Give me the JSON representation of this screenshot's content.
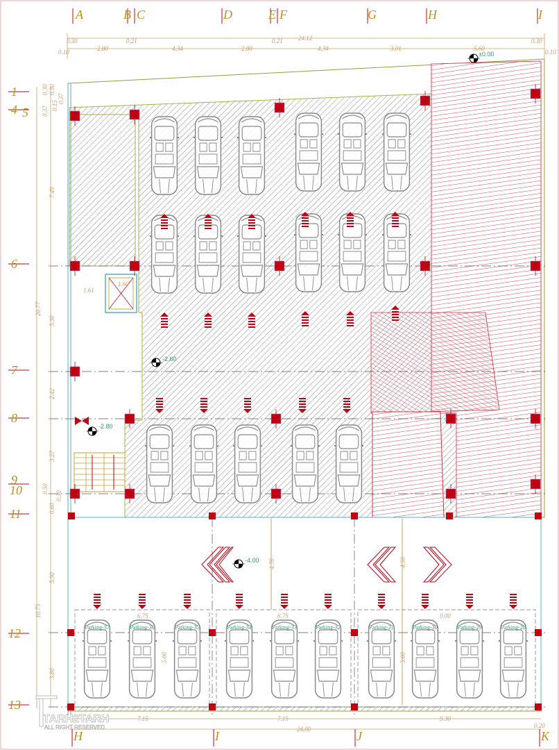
{
  "grid": {
    "columns_top": [
      "A",
      "B",
      "C",
      "D",
      "E",
      "F",
      "G",
      "H",
      "I"
    ],
    "columns_bottom": [
      "H",
      "I",
      "J",
      "K"
    ],
    "rows": [
      "1",
      "4",
      "5",
      "6",
      "7",
      "8",
      "9",
      "10",
      "11",
      "12",
      "13"
    ]
  },
  "dims": {
    "top_total": "24.12",
    "top_small": [
      "0.30",
      "0.21",
      "0.21",
      "0.30",
      "0.10",
      "0.10"
    ],
    "top_segments": [
      "2.80",
      "4.34",
      "2.80",
      "4.34",
      "3.01",
      "5.60"
    ],
    "left_total_upper": "20.77",
    "left_total_lower": "10.73",
    "left_segments": [
      "7.49",
      "5.30",
      "2.42",
      "3.27",
      "0.50",
      "0.60",
      "5.90",
      "3.80"
    ],
    "left_small": [
      "0.30",
      "0.37",
      "0.30",
      "0.15",
      "0.37",
      "0.30"
    ],
    "bottom_segments": [
      "7.15",
      "7.15",
      "9.30",
      "0.20"
    ],
    "bottom_total": "24.00",
    "bay_widths": [
      "6.75",
      "6.75",
      "9.00"
    ],
    "ramp_lengths": [
      "4.70",
      "4.50"
    ],
    "bay_depth": [
      "5.00",
      "5.00"
    ],
    "lift_dims": [
      "1.61",
      "1.60"
    ]
  },
  "levels": {
    "entry": "±0.00",
    "parking_upper": "-2.60",
    "stair": "-2.80",
    "parking_lower": "-4.00"
  },
  "parking_lower_labels": [
    "Parking-37",
    "Parking-36",
    "Parking-35",
    "Parking-34",
    "Parking-33",
    "Parking-32",
    "Parking-31",
    "Parking-30",
    "Parking-29",
    "Parking-28"
  ],
  "logo": {
    "name": "TARH2TARH",
    "tagline": "ALL RIGHT RESERVED"
  },
  "colors": {
    "grid_label": "#b8931a",
    "column": "#c00010",
    "ramp": "#d03040",
    "dimension": "#c89a6a",
    "level_text": "#2f9a6a"
  }
}
